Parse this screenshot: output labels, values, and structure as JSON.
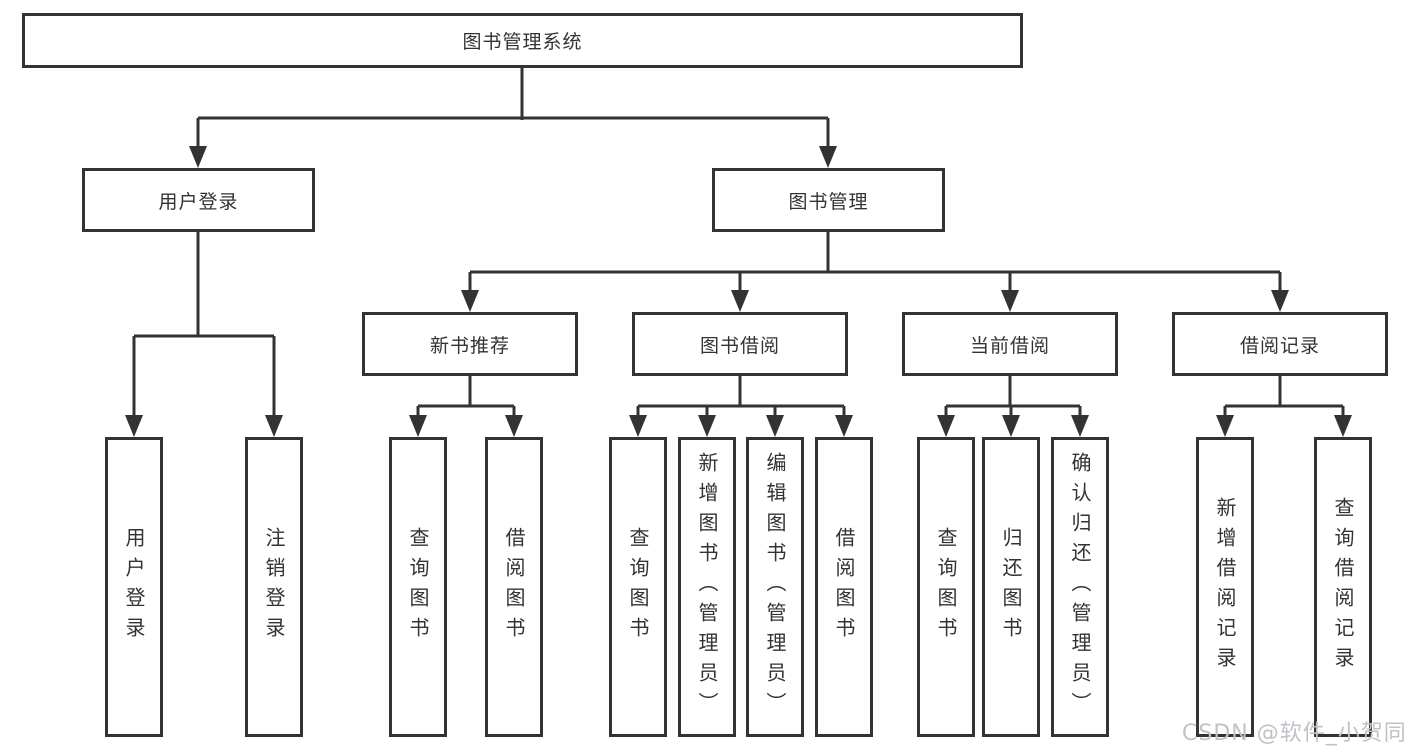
{
  "tree": {
    "label": "图书管理系统",
    "children": [
      {
        "label": "用户登录",
        "children": [
          {
            "label": "用户登录"
          },
          {
            "label": "注销登录"
          }
        ]
      },
      {
        "label": "图书管理",
        "children": [
          {
            "label": "新书推荐",
            "children": [
              {
                "label": "查询图书"
              },
              {
                "label": "借阅图书"
              }
            ]
          },
          {
            "label": "图书借阅",
            "children": [
              {
                "label": "查询图书"
              },
              {
                "label": "新增图书（管理员）"
              },
              {
                "label": "编辑图书（管理员）"
              },
              {
                "label": "借阅图书"
              }
            ]
          },
          {
            "label": "当前借阅",
            "children": [
              {
                "label": "查询图书"
              },
              {
                "label": "归还图书"
              },
              {
                "label": "确认归还（管理员）"
              }
            ]
          },
          {
            "label": "借阅记录",
            "children": [
              {
                "label": "新增借阅记录"
              },
              {
                "label": "查询借阅记录"
              }
            ]
          }
        ]
      }
    ]
  },
  "watermark": {
    "text": "CSDN @软件_小贺同学"
  },
  "colors": {
    "line": "#333333",
    "background": "#ffffff",
    "watermark": "#c0c2c7"
  }
}
